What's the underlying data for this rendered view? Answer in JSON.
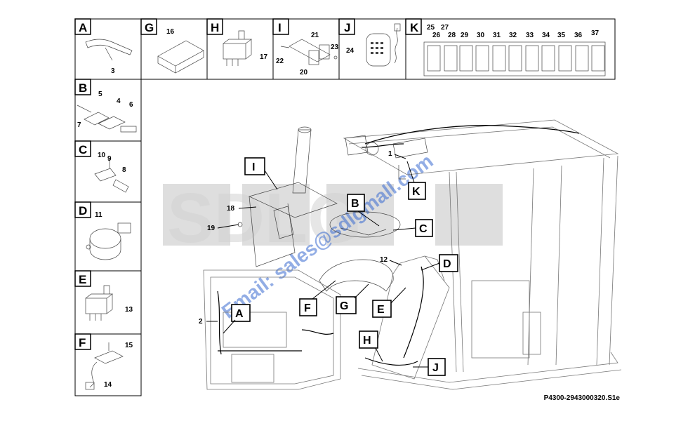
{
  "watermark": {
    "brand": "SDLG",
    "email": "Email: sales@sdlgmall.com",
    "brand_color": "#d6d6d6",
    "email_color": "#3a6bd1"
  },
  "reference": "P4300-2943000320.S1e",
  "panels": {
    "A": {
      "letter": "A",
      "parts": [
        "3"
      ]
    },
    "G": {
      "letter": "G",
      "parts": [
        "16"
      ]
    },
    "H": {
      "letter": "H",
      "parts": [
        "17"
      ]
    },
    "I": {
      "letter": "I",
      "parts": [
        "21",
        "23",
        "22",
        "20"
      ]
    },
    "J": {
      "letter": "J",
      "parts": [
        "24"
      ]
    },
    "K": {
      "letter": "K",
      "parts": [
        "25",
        "27",
        "26",
        "28",
        "29",
        "30",
        "31",
        "32",
        "33",
        "34",
        "35",
        "36",
        "37"
      ]
    },
    "B": {
      "letter": "B",
      "parts": [
        "5",
        "4",
        "6",
        "7"
      ]
    },
    "C": {
      "letter": "C",
      "parts": [
        "10",
        "9",
        "8"
      ]
    },
    "D": {
      "letter": "D",
      "parts": [
        "11"
      ]
    },
    "E": {
      "letter": "E",
      "parts": [
        "13"
      ]
    },
    "F": {
      "letter": "F",
      "parts": [
        "15",
        "14"
      ]
    }
  },
  "main_callouts": [
    "I",
    "K",
    "B",
    "C",
    "D",
    "A",
    "F",
    "G",
    "E",
    "H",
    "J"
  ],
  "main_numbers": [
    "1",
    "18",
    "19",
    "12",
    "2"
  ]
}
